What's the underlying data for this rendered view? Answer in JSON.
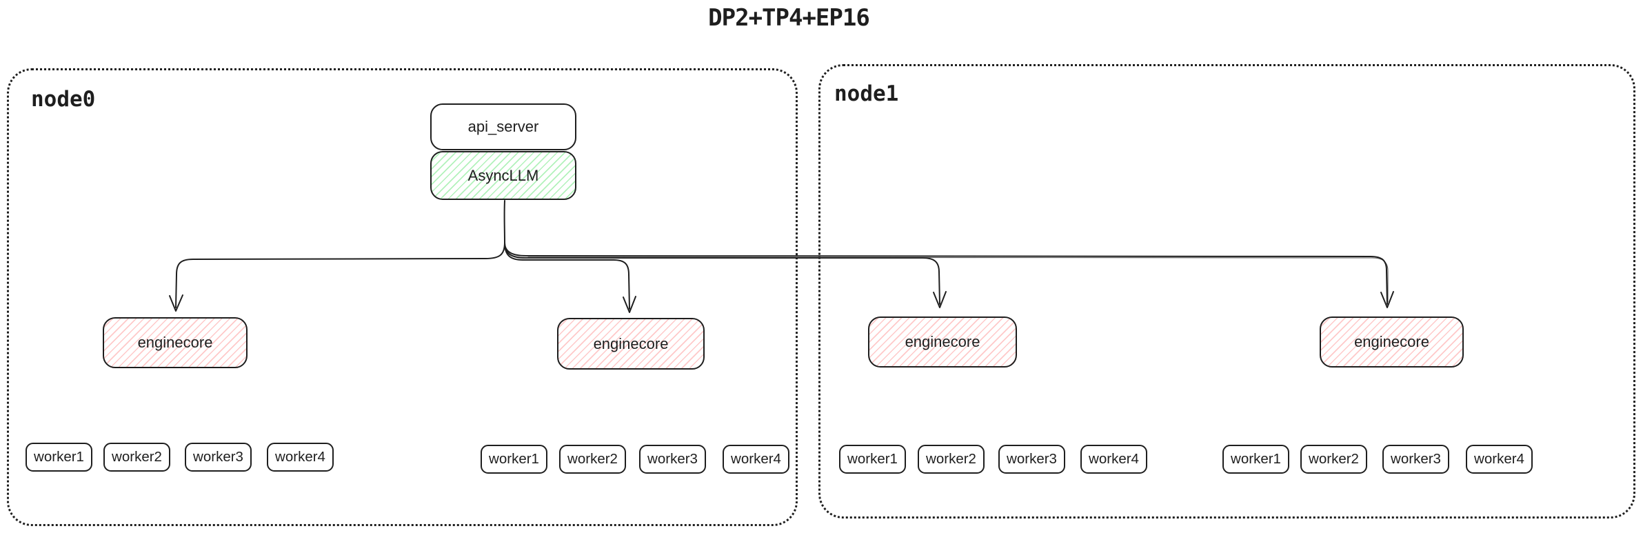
{
  "title": "DP2+TP4+EP16",
  "colors": {
    "ink": "#1e1e1e",
    "green_hatch": "#b2f2bb",
    "red_hatch": "#ffc9c9",
    "background": "#ffffff"
  },
  "nodes": [
    {
      "label": "node0"
    },
    {
      "label": "node1"
    }
  ],
  "api_server": {
    "label": "api_server"
  },
  "async_llm": {
    "label": "AsyncLLM"
  },
  "enginecores": [
    {
      "label": "enginecore"
    },
    {
      "label": "enginecore"
    },
    {
      "label": "enginecore"
    },
    {
      "label": "enginecore"
    }
  ],
  "worker_groups": [
    {
      "workers": [
        "worker1",
        "worker2",
        "worker3",
        "worker4"
      ]
    },
    {
      "workers": [
        "worker1",
        "worker2",
        "worker3",
        "worker4"
      ]
    },
    {
      "workers": [
        "worker1",
        "worker2",
        "worker3",
        "worker4"
      ]
    },
    {
      "workers": [
        "worker1",
        "worker2",
        "worker3",
        "worker4"
      ]
    }
  ]
}
